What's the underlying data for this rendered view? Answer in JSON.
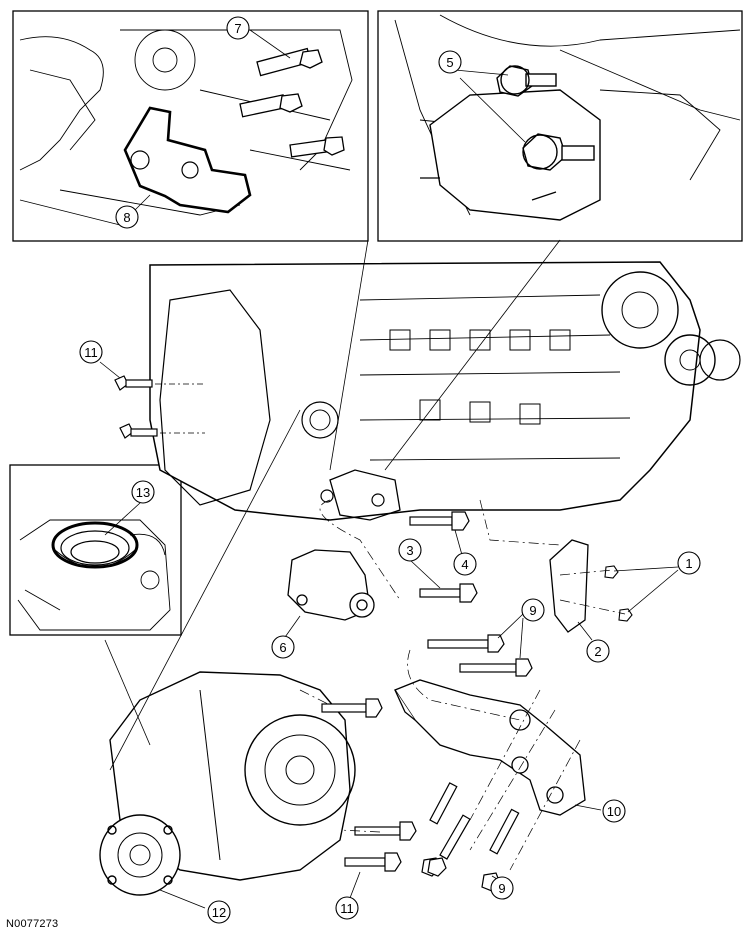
{
  "figure_id": "N0077273",
  "callouts": [
    "7",
    "8",
    "5",
    "11",
    "13",
    "3",
    "4",
    "1",
    "6",
    "9",
    "2",
    "10",
    "12"
  ],
  "colors": {
    "ink": "#000000",
    "paper": "#ffffff"
  }
}
